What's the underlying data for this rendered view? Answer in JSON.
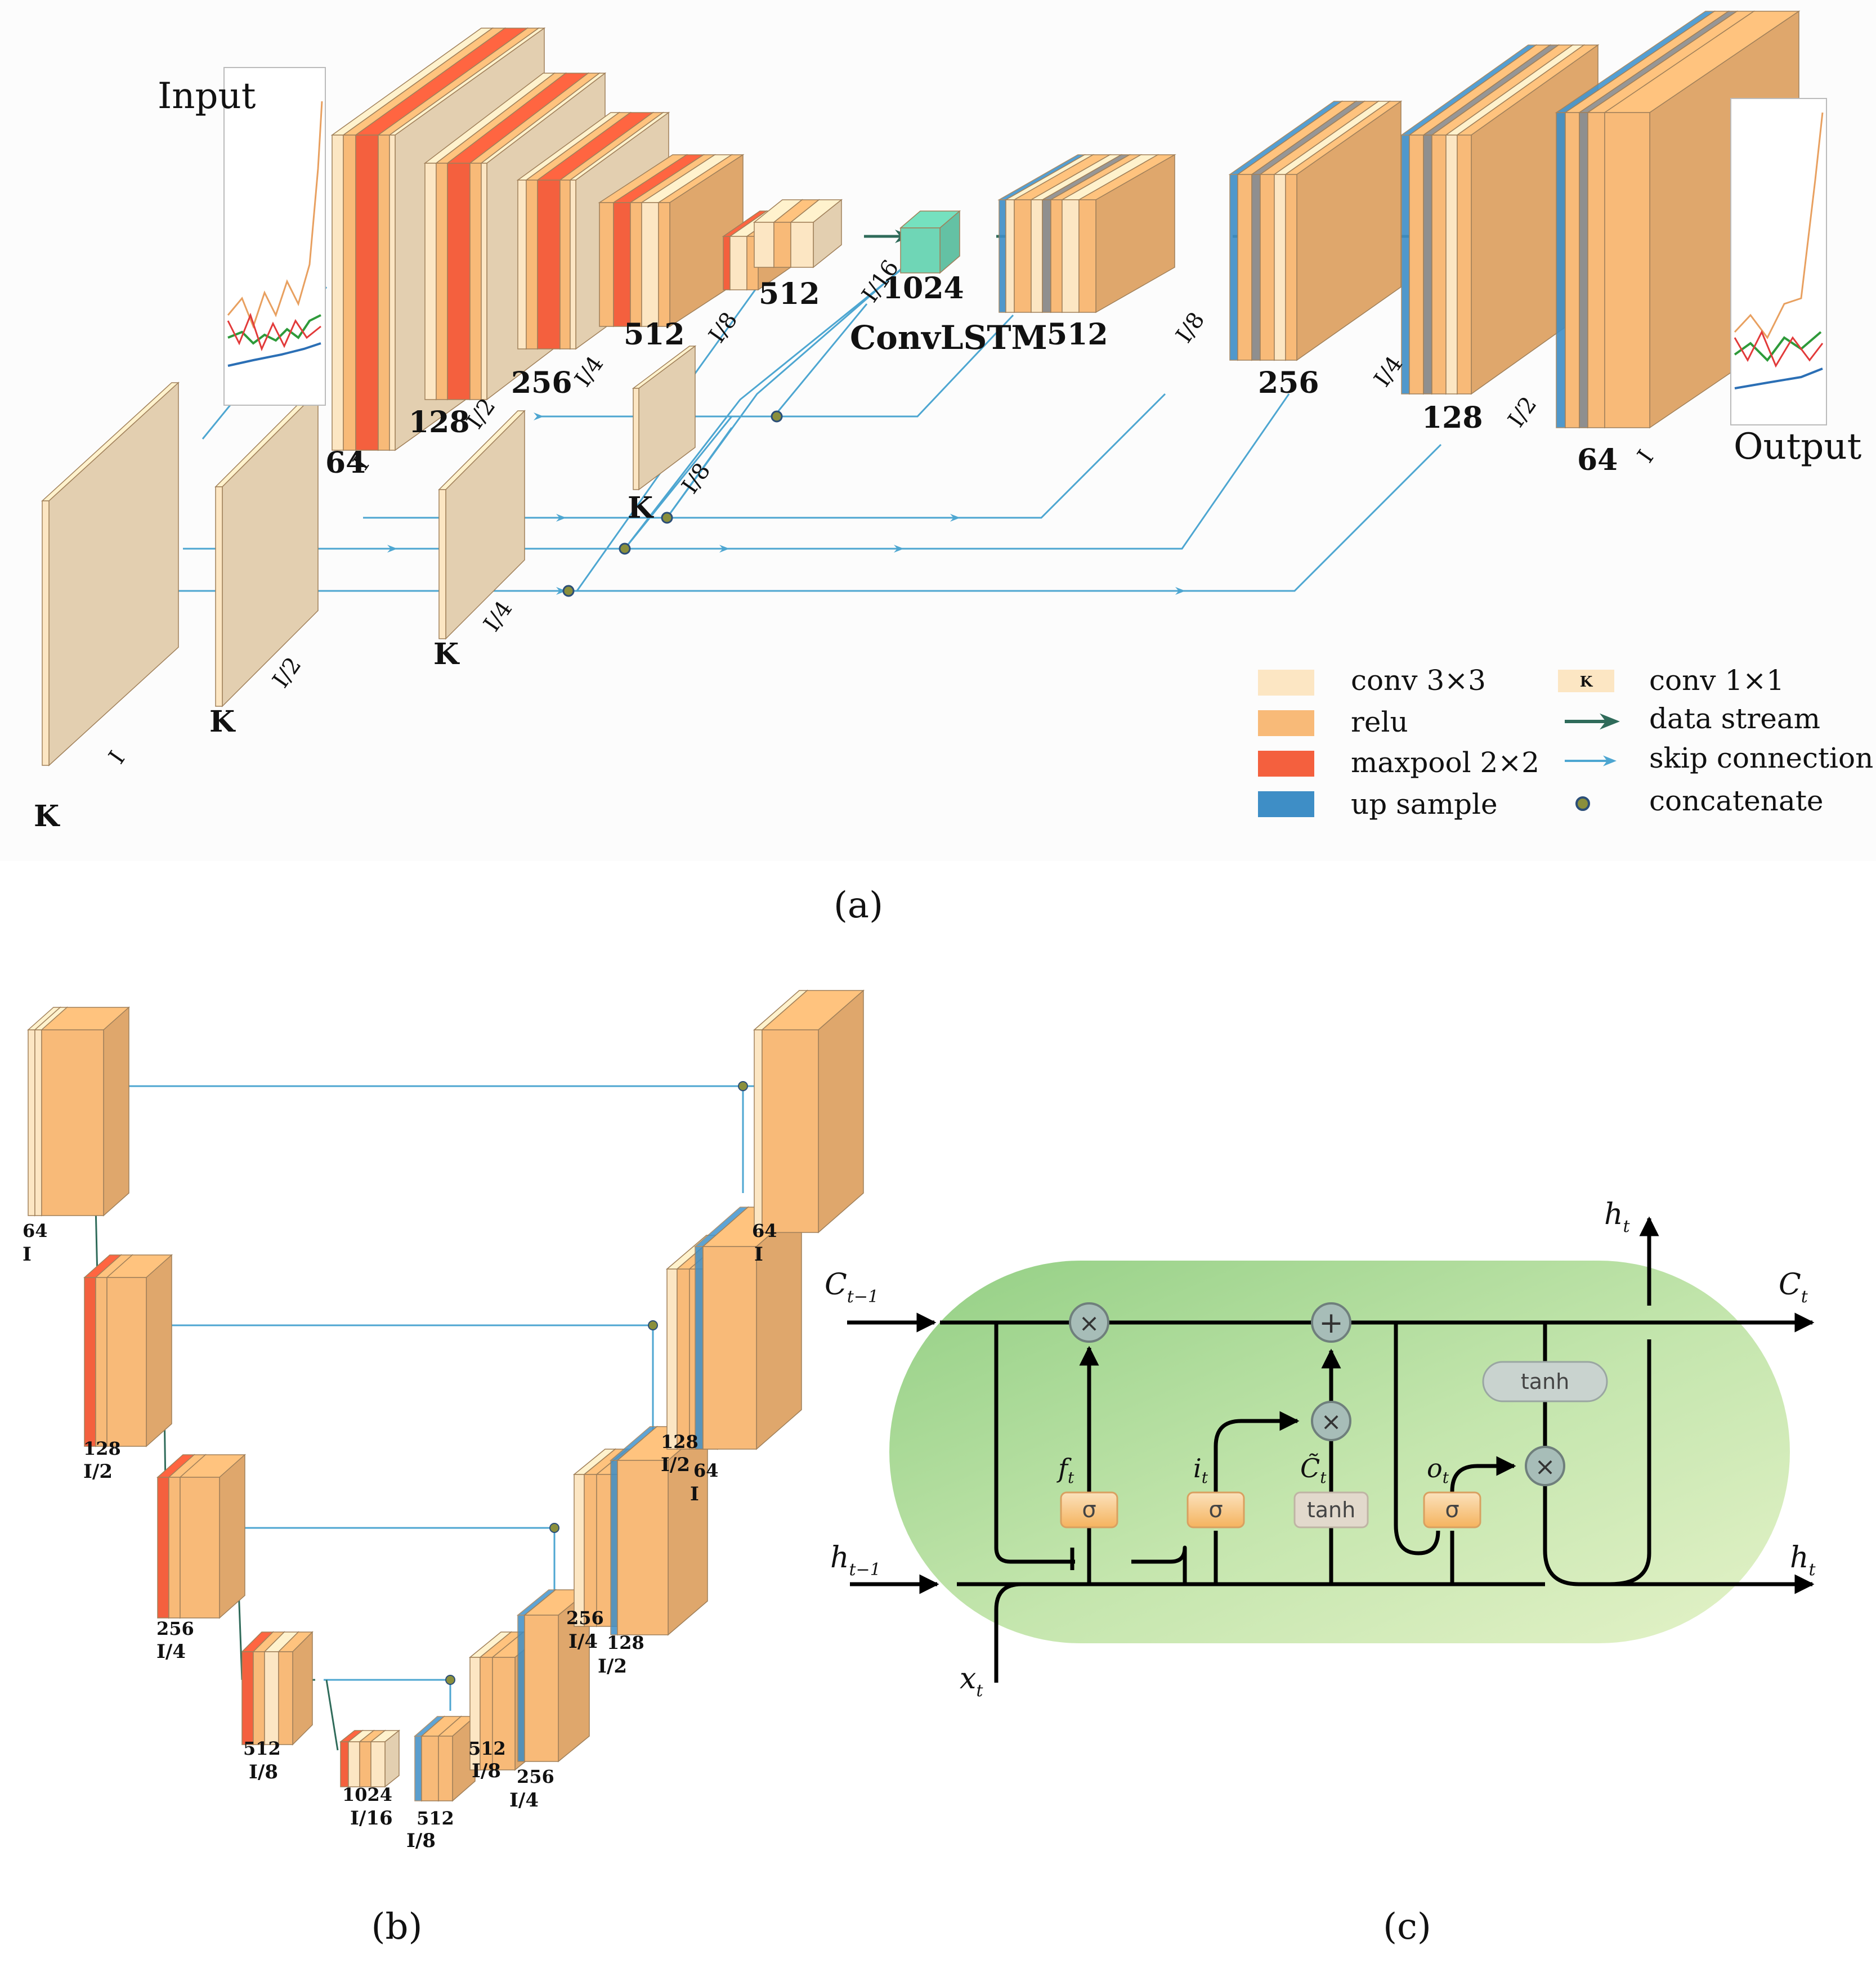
{
  "panel_a": {
    "caption": "(a)",
    "input_label": "Input",
    "output_label": "Output",
    "convlstm_label": "ConvLSTM",
    "encoder": [
      {
        "channels": "64",
        "scale": "I"
      },
      {
        "channels": "128",
        "scale": "I/2"
      },
      {
        "channels": "256",
        "scale": "I/4"
      },
      {
        "channels": "512",
        "scale": "I/8"
      },
      {
        "channels": "512",
        "scale": ""
      },
      {
        "channels": "1024",
        "scale": "I/16"
      }
    ],
    "decoder": [
      {
        "channels": "512",
        "scale": "I/8"
      },
      {
        "channels": "256",
        "scale": "I/4"
      },
      {
        "channels": "128",
        "scale": "I/2"
      },
      {
        "channels": "64",
        "scale": "I"
      }
    ],
    "side_inputs": [
      {
        "channels": "K",
        "scale": "I"
      },
      {
        "channels": "K",
        "scale": "I/2"
      },
      {
        "channels": "K",
        "scale": "I/4"
      },
      {
        "channels": "K",
        "scale": "I/8"
      }
    ],
    "legend": {
      "items": [
        {
          "label": "conv 3×3",
          "color": "#FCE6C3"
        },
        {
          "label": "relu",
          "color": "#F8BA78"
        },
        {
          "label": "maxpool 2×2",
          "color": "#F4603E"
        },
        {
          "label": "up sample",
          "color": "#3E8EC6"
        },
        {
          "label": "conv 1×1",
          "badge": "K",
          "color": "#FCE6C3"
        },
        {
          "label": "data stream",
          "color": "#2F6B5A"
        },
        {
          "label": "skip connection",
          "color": "#4DA6D1"
        },
        {
          "label": "concatenate",
          "color": "#8A8F3C"
        }
      ]
    }
  },
  "panel_b": {
    "caption": "(b)",
    "encoder": [
      {
        "channels": "64",
        "scale": "I"
      },
      {
        "channels": "128",
        "scale": "I/2"
      },
      {
        "channels": "256",
        "scale": "I/4"
      },
      {
        "channels": "512",
        "scale": "I/8"
      },
      {
        "channels": "1024",
        "scale": "I/16"
      }
    ],
    "decoder": [
      {
        "channels": "512",
        "scale": "I/8"
      },
      {
        "channels": "512",
        "scale": "I/8"
      },
      {
        "channels": "256",
        "scale": "I/4"
      },
      {
        "channels": "256",
        "scale": "I/4"
      },
      {
        "channels": "128",
        "scale": "I/2"
      },
      {
        "channels": "128",
        "scale": "I/2"
      },
      {
        "channels": "64",
        "scale": "I"
      },
      {
        "channels": "64",
        "scale": "I"
      }
    ]
  },
  "panel_c": {
    "caption": "(c)",
    "inputs": {
      "c_prev": "C",
      "c_prev_sub": "t−1",
      "h_prev": "h",
      "h_prev_sub": "t−1",
      "x": "x",
      "x_sub": "t"
    },
    "outputs": {
      "c": "C",
      "c_sub": "t",
      "h_top": "h",
      "h_top_sub": "t",
      "h_right": "h",
      "h_right_sub": "t"
    },
    "gates": [
      {
        "name": "f",
        "sub": "t",
        "fn": "σ"
      },
      {
        "name": "i",
        "sub": "t",
        "fn": "σ"
      },
      {
        "name": "C̃",
        "sub": "t",
        "fn": "tanh"
      },
      {
        "name": "o",
        "sub": "t",
        "fn": "σ"
      }
    ],
    "ops": {
      "mul": "×",
      "add": "+"
    },
    "tanh_label": "tanh",
    "colors": {
      "cell": "#B9DFA6",
      "gate": "#F7C27A",
      "op": "#A7BDB8"
    }
  }
}
